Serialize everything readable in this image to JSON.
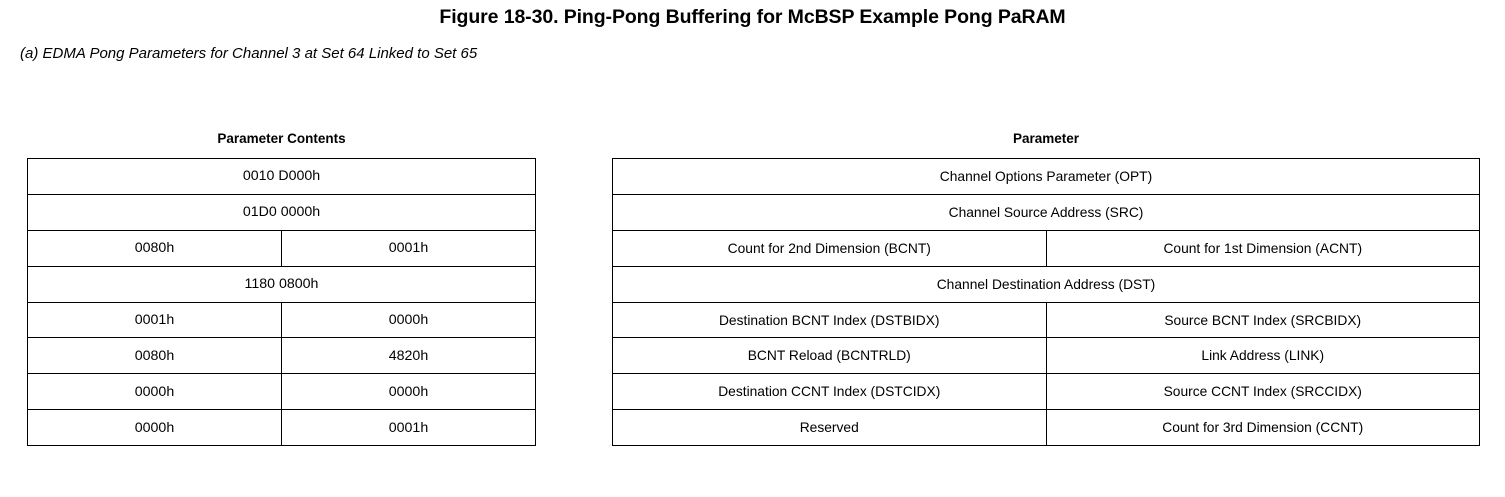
{
  "figure": {
    "title": "Figure 18-30. Ping-Pong Buffering for McBSP Example Pong PaRAM",
    "subtitle": "(a) EDMA Pong Parameters for Channel 3 at Set 64 Linked to Set 65"
  },
  "contents_table": {
    "heading": "Parameter Contents",
    "rows": [
      {
        "span": "full",
        "cells": [
          "0010 D000h"
        ]
      },
      {
        "span": "full",
        "cells": [
          "01D0 0000h"
        ]
      },
      {
        "span": "half",
        "cells": [
          "0080h",
          "0001h"
        ]
      },
      {
        "span": "full",
        "cells": [
          "1180 0800h"
        ]
      },
      {
        "span": "half",
        "cells": [
          "0001h",
          "0000h"
        ]
      },
      {
        "span": "half",
        "cells": [
          "0080h",
          "4820h"
        ]
      },
      {
        "span": "half",
        "cells": [
          "0000h",
          "0000h"
        ]
      },
      {
        "span": "half",
        "cells": [
          "0000h",
          "0001h"
        ]
      }
    ]
  },
  "parameter_table": {
    "heading": "Parameter",
    "rows": [
      {
        "span": "full",
        "cells": [
          "Channel Options Parameter (OPT)"
        ]
      },
      {
        "span": "full",
        "cells": [
          "Channel Source Address (SRC)"
        ]
      },
      {
        "span": "half",
        "cells": [
          "Count for 2nd Dimension (BCNT)",
          "Count for 1st Dimension (ACNT)"
        ]
      },
      {
        "span": "full",
        "cells": [
          "Channel Destination Address (DST)"
        ]
      },
      {
        "span": "half",
        "cells": [
          "Destination BCNT Index (DSTBIDX)",
          "Source BCNT Index (SRCBIDX)"
        ]
      },
      {
        "span": "half",
        "cells": [
          "BCNT Reload (BCNTRLD)",
          "Link Address (LINK)"
        ]
      },
      {
        "span": "half",
        "cells": [
          "Destination CCNT Index (DSTCIDX)",
          "Source CCNT Index (SRCCIDX)"
        ]
      },
      {
        "span": "half",
        "cells": [
          "Reserved",
          "Count for 3rd Dimension (CCNT)"
        ]
      }
    ]
  },
  "style": {
    "background_color": "#ffffff",
    "text_color": "#000000",
    "border_color": "#000000"
  }
}
